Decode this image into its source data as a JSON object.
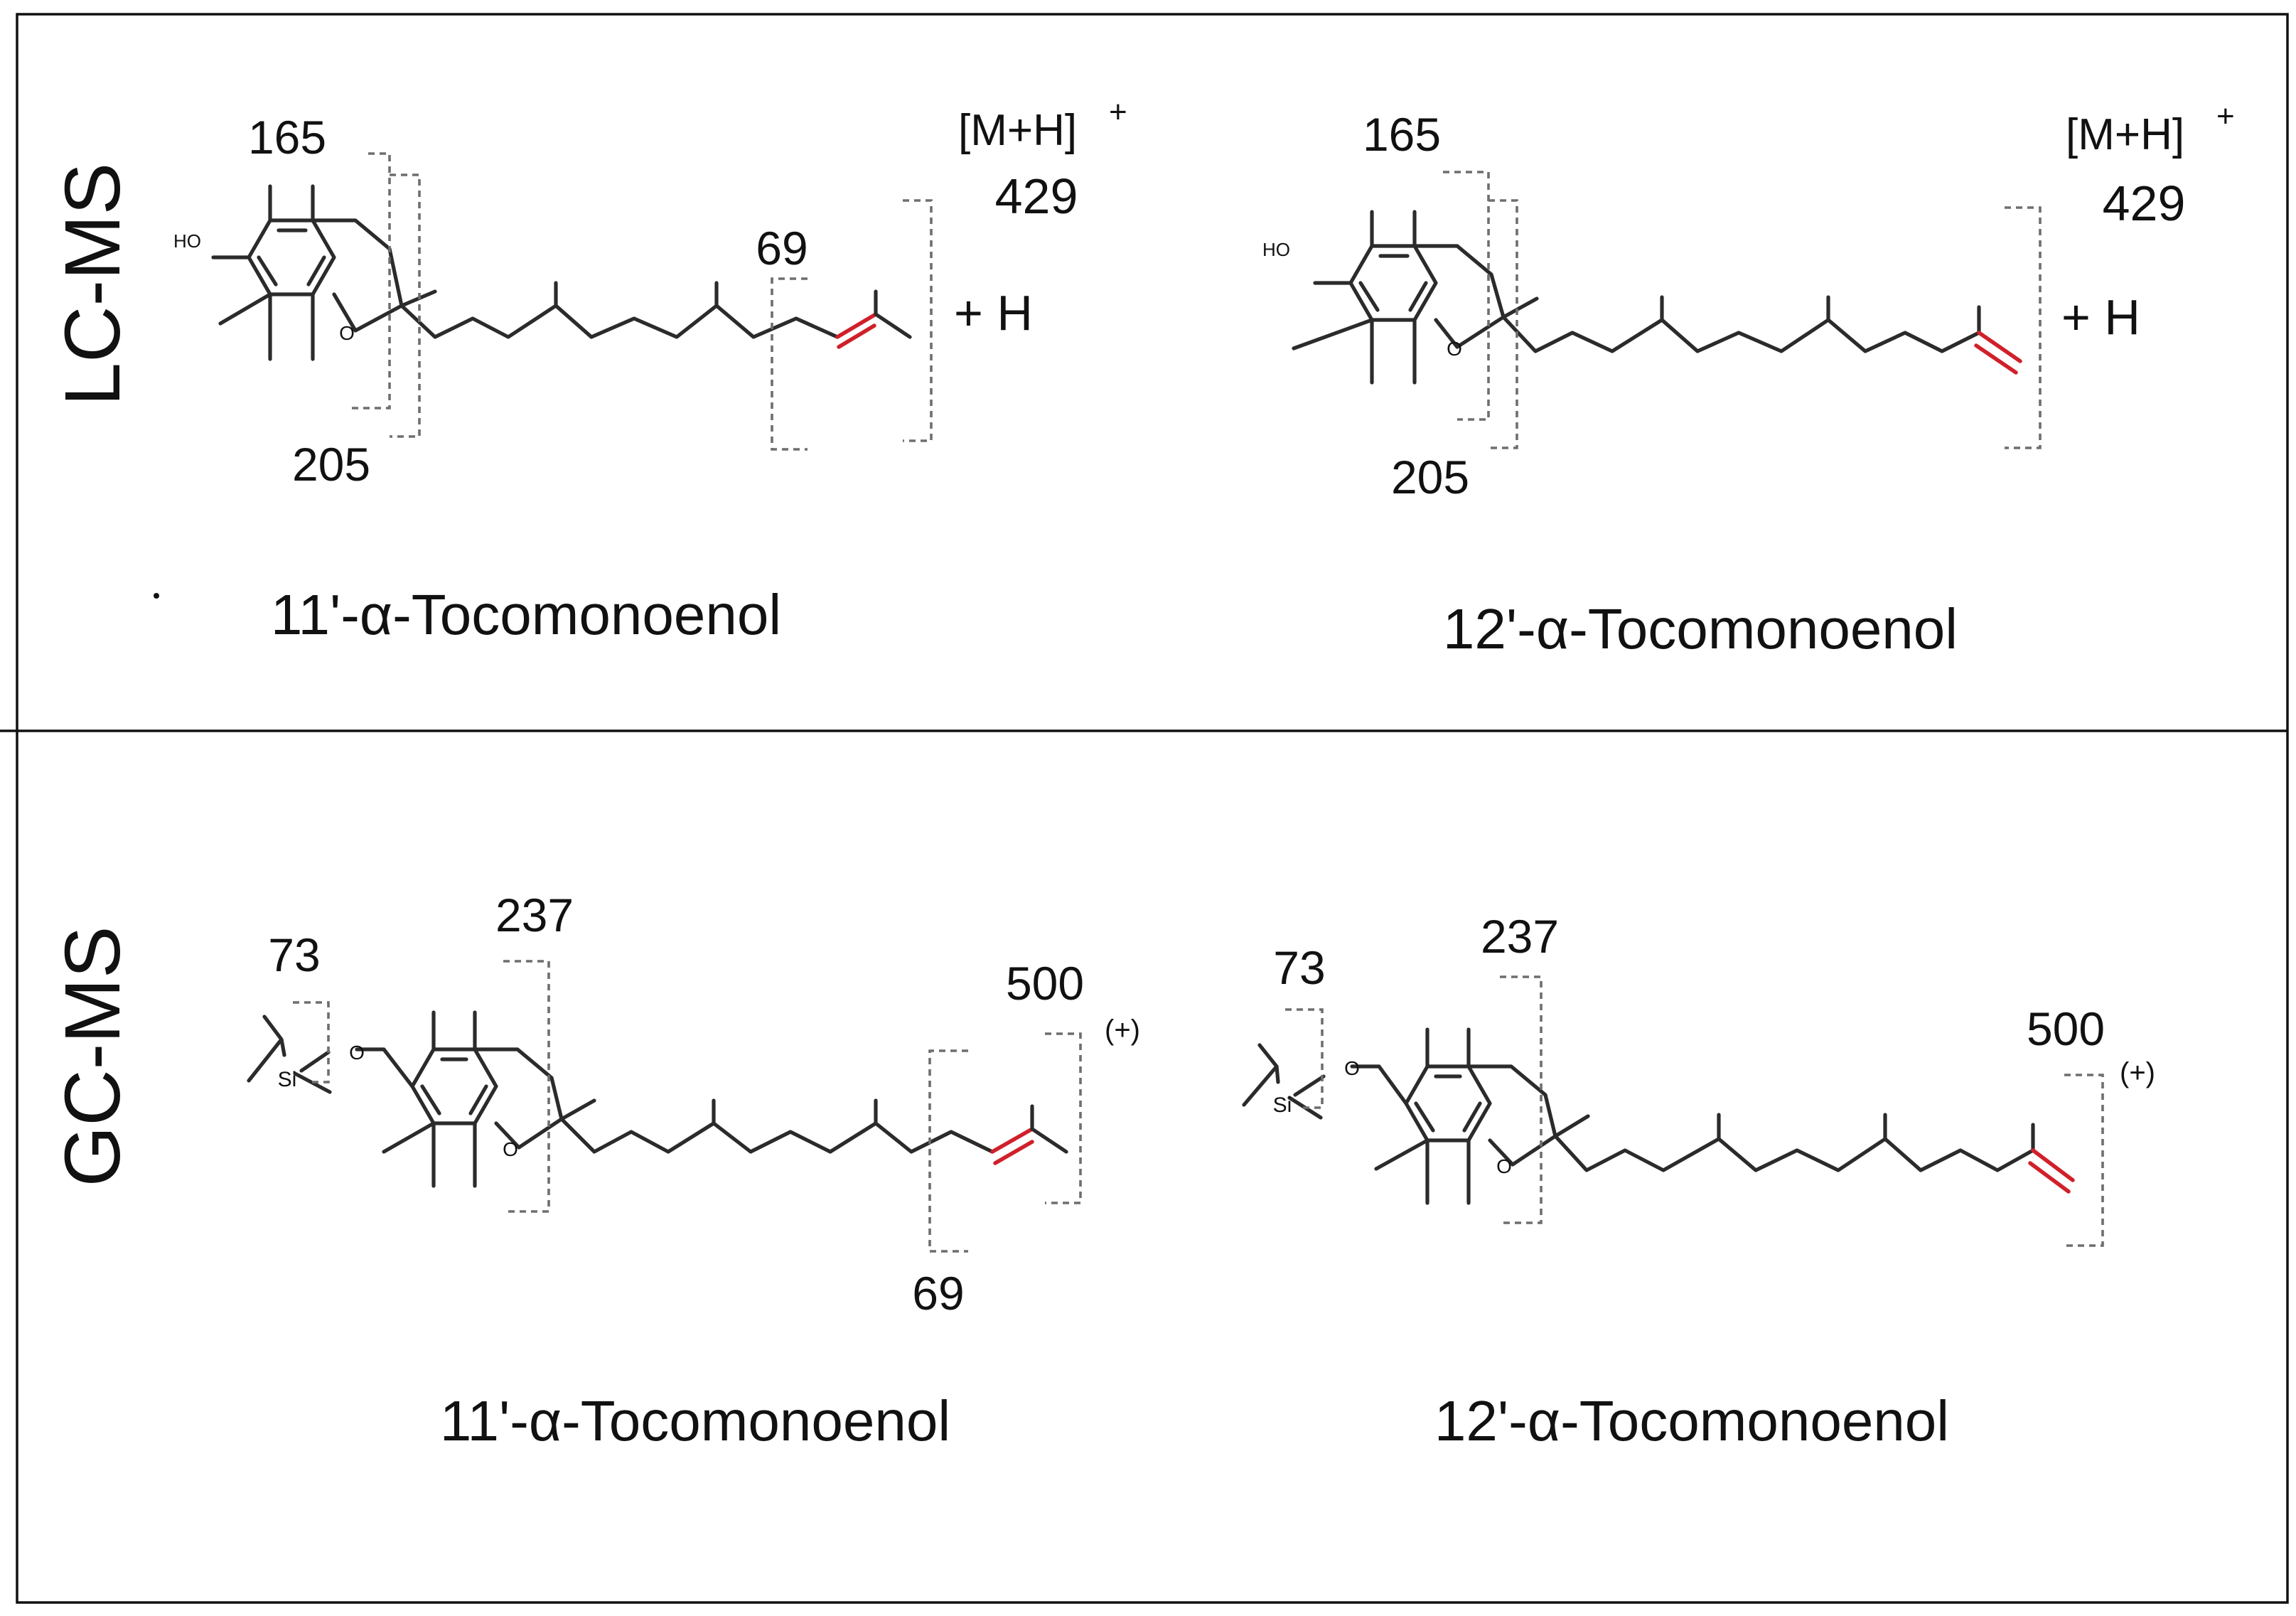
{
  "colors": {
    "bond": "#2b2b2b",
    "double_bond": "#d0202a",
    "bracket": "#6e6e6e",
    "frame": "#111111"
  },
  "lcms": {
    "row_label": "LC-MS",
    "left": {
      "name": "11'-α-Tocomonoenol",
      "atom_oh": "HO",
      "atom_o": "O",
      "frag_165": "165",
      "frag_205": "205",
      "frag_69": "69",
      "ion_label": "[M+H]",
      "ion_charge": "+",
      "ion_mass": "429",
      "plus_h": "+ H"
    },
    "right": {
      "name": "12'-α-Tocomonoenol",
      "atom_oh": "HO",
      "atom_o": "O",
      "frag_165": "165",
      "frag_205": "205",
      "ion_label": "[M+H]",
      "ion_charge": "+",
      "ion_mass": "429",
      "plus_h": "+ H"
    }
  },
  "gcms": {
    "row_label": "GC-MS",
    "left": {
      "name": "11'-α-Tocomonoenol",
      "atom_si": "Si",
      "atom_o1": "O",
      "atom_o2": "O",
      "frag_73": "73",
      "frag_237": "237",
      "frag_500": "500",
      "frag_500_charge": "(+)",
      "frag_69": "69"
    },
    "right": {
      "name": "12'-α-Tocomonoenol",
      "atom_si": "Si",
      "atom_o1": "O",
      "atom_o2": "O",
      "frag_73": "73",
      "frag_237": "237",
      "frag_500": "500",
      "frag_500_charge": "(+)"
    }
  }
}
